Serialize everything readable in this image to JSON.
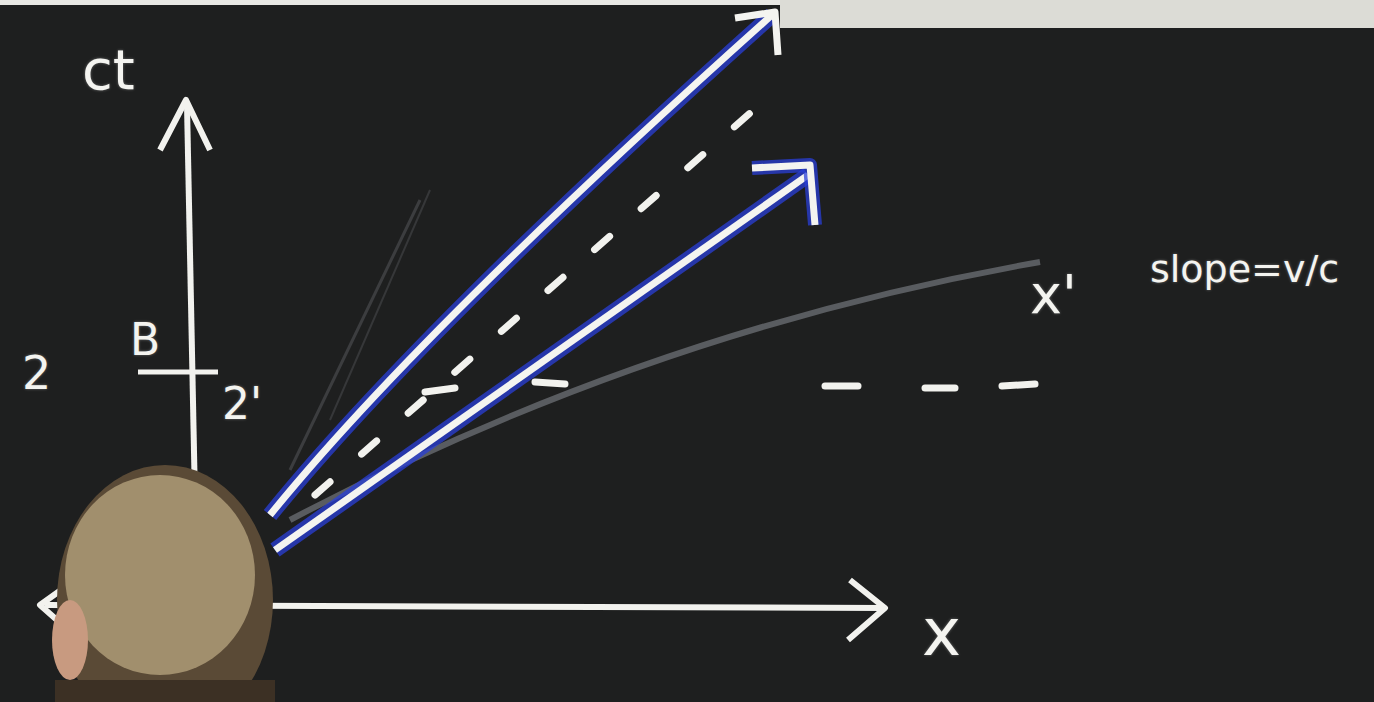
{
  "diagram": {
    "labels": [
      "ct",
      "2",
      "B",
      "2'",
      "x'",
      "slope=v/c",
      "x"
    ]
  }
}
